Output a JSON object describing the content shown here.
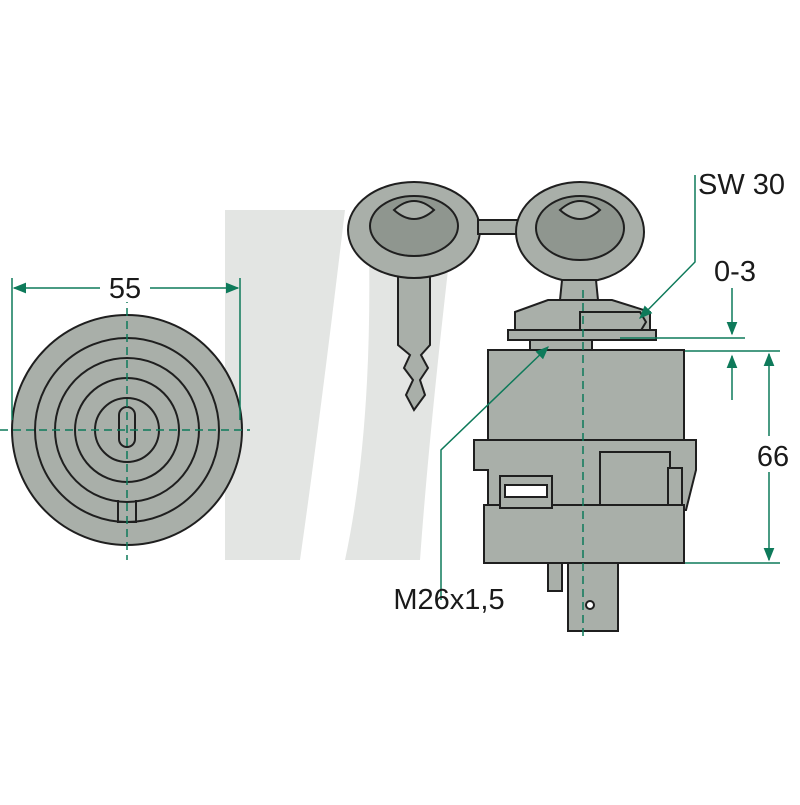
{
  "dimensions": {
    "diameter": "55",
    "wrench_size": "SW 30",
    "gap": "0-3",
    "height": "66",
    "thread": "M26x1,5"
  },
  "colors": {
    "dimension_line": "#0e7a5a",
    "body_fill": "#a9afa9",
    "body_dark": "#8f968f",
    "outline": "#1f1f1f",
    "watermark": "#e3e5e3"
  }
}
